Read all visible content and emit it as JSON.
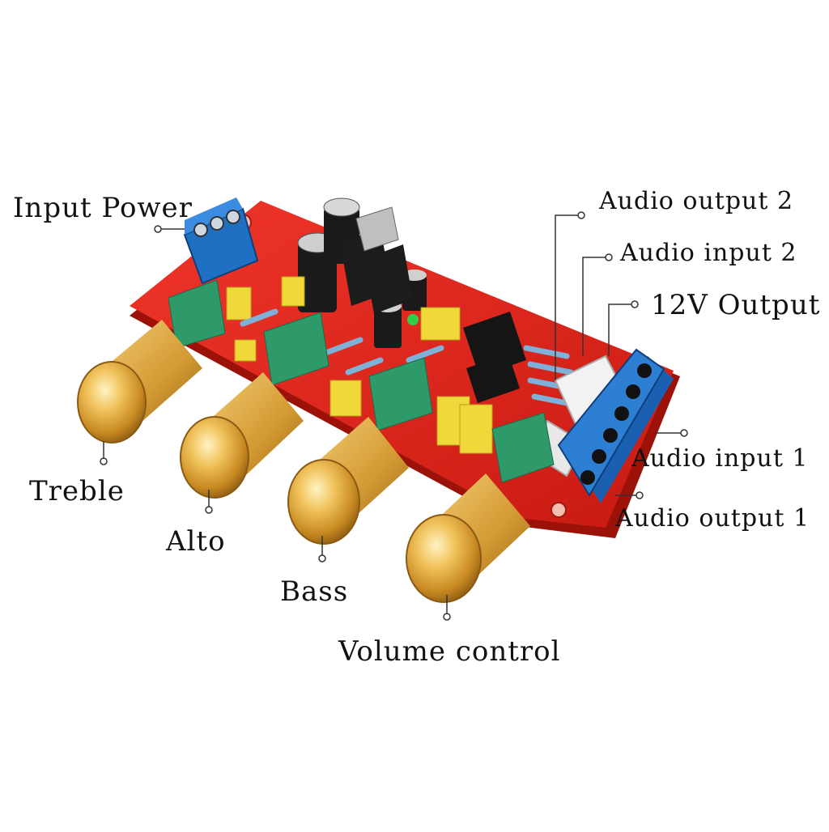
{
  "labels": {
    "input_power": "Input Power",
    "audio_output_2": "Audio output 2",
    "audio_input_2": "Audio input 2",
    "output_12v": "12V Output",
    "audio_input_1": "Audio input 1",
    "audio_output_1": "Audio output 1",
    "treble": "Treble",
    "alto": "Alto",
    "bass": "Bass",
    "volume_control": "Volume control"
  },
  "colors": {
    "pcb": "#e0261c",
    "terminal": "#1f6fc2",
    "knob": "#e2a93a",
    "pot_body": "#2e9a6a",
    "capacitor": "#f0d83a",
    "electrolytic": "#1a1a1a",
    "connector": "#f2f2f2"
  }
}
